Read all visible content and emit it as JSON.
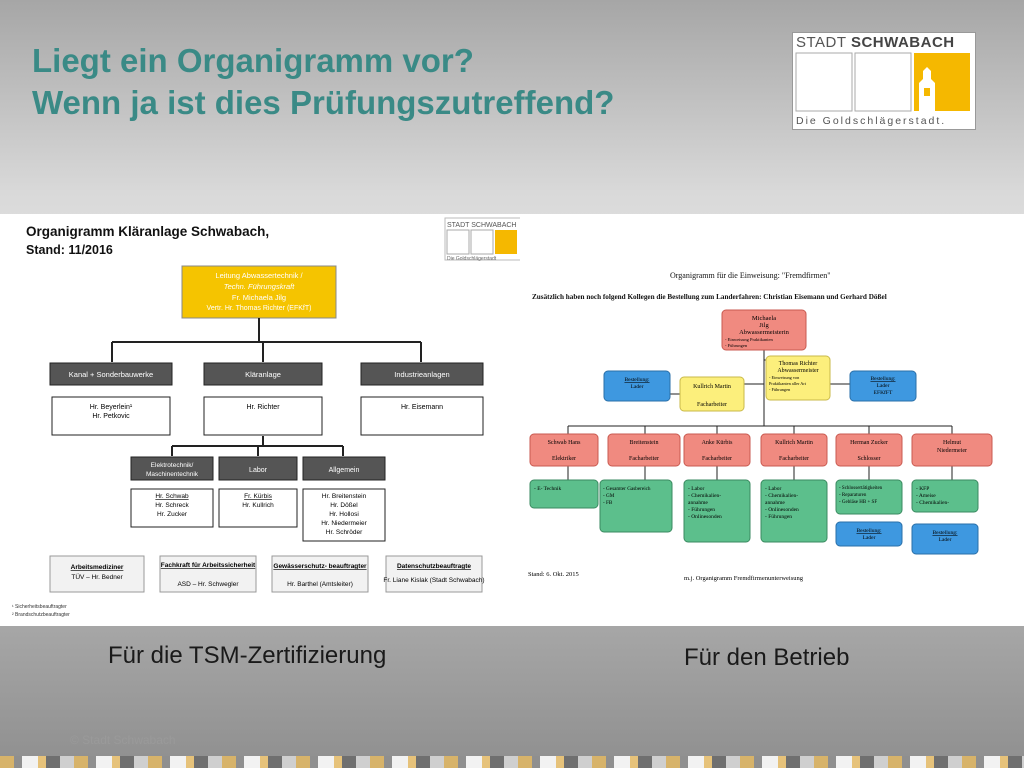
{
  "slide": {
    "title_line1": "Liegt ein Organigramm vor?",
    "title_line2": "Wenn ja ist dies Prüfungszutreffend?",
    "caption_left": "Für die TSM-Zertifizierung",
    "caption_right": "Für den Betrieb",
    "copyright": "© Stadt Schwabach"
  },
  "logo": {
    "name_light": "STADT ",
    "name_bold": "SCHWABACH",
    "tagline": "Die Goldschlägerstadt."
  },
  "left_chart": {
    "title": "Organigramm Kläranlage Schwabach,",
    "stand": "Stand: 11/2016",
    "logo_text": "STADT SCHWABACH",
    "logo_sub": "Die Goldschlägerstadt",
    "top_box": [
      "Leitung Abwassertechnik /",
      "Techn. Führungskraft",
      "Fr. Michaela Jilg",
      "Vertr. Hr. Thomas Richter (EFKfT)"
    ],
    "divisions": [
      {
        "name": "Kanal + Sonderbauwerke",
        "people": [
          "Hr. Beyerlein¹",
          "Hr. Petkovic"
        ]
      },
      {
        "name": "Kläranlage",
        "people": [
          "Hr. Richter"
        ]
      },
      {
        "name": "Industrieanlagen",
        "people": [
          "Hr. Eisemann"
        ]
      }
    ],
    "sub_divisions": [
      {
        "name": [
          "Elektrotechnik/",
          "Maschinentechnik"
        ],
        "people": [
          "Hr. Schwab",
          "Hr. Schreck",
          "Hr. Zucker"
        ]
      },
      {
        "name": [
          "Labor"
        ],
        "people": [
          "Fr. Kürbis",
          "Hr. Kullrich"
        ]
      },
      {
        "name": [
          "Allgemein"
        ],
        "people": [
          "Hr. Breitenstein",
          "Hr. Dößel",
          "Hr. Hollosi",
          "Hr. Niedermeier",
          "Hr. Schröder"
        ]
      }
    ],
    "officers": [
      {
        "role": "Arbeitsmediziner",
        "person": "TÜV – Hr. Bedner"
      },
      {
        "role": "Fachkraft für Arbeitssicherheit",
        "person": "ASD – Hr. Schwegler"
      },
      {
        "role": "Gewässerschutz- beauftragter",
        "person": "Hr. Barthel (Amtsleiter)"
      },
      {
        "role": "Datenschutzbeauftragte",
        "person": "Fr. Liane Kislak (Stadt Schwabach)"
      }
    ],
    "footnotes": [
      "¹ Sicherheitsbeauftragter",
      "² Brandschutzbeauftragter"
    ]
  },
  "right_chart": {
    "title": "Organigramm für die Einweisung: \"Fremdfirmen\"",
    "subtitle": "Zusätzlich haben noch folgend Kollegen die Bestellung zum Landerfahren: Christian Eisemann und Gerhard Dößel",
    "top": [
      "Michaela",
      "Jilg",
      "Abwassermeisterin",
      "- Einweisung Praktikanten",
      "- Führungen"
    ],
    "deputy": [
      "Thomas Richter",
      "Abwassermeister",
      "- Einweisung von",
      "Praktikanten aller Art",
      "- Führungen"
    ],
    "kullrich_mid": [
      "Kullrich Martin",
      "Facharbeiter"
    ],
    "left_badge": [
      "Bestellung:",
      "Lader"
    ],
    "right_badge": [
      "Bestellung:",
      "Lader",
      "EFKfFT"
    ],
    "staff": [
      {
        "name": "Schwab Hans",
        "role": "Elektriker",
        "tasks": [
          "- E- Technik"
        ]
      },
      {
        "name": "Breitenstein",
        "role": "Facharbeiter",
        "tasks": [
          "- Gesamter Gasbereich",
          "- GM",
          "- FB"
        ]
      },
      {
        "name": "Anke Kürbis",
        "role": "Facharbeiter",
        "tasks": [
          "- Labor",
          "- Chemikalien-",
          "  annahme",
          "- Führungen",
          "- Onlinesonden"
        ]
      },
      {
        "name": "Kullrich Martin",
        "role": "Facharbeiter",
        "tasks": [
          "- Labor",
          "- Chemikalien-",
          "  annahme",
          "- Onlinesonden",
          "- Führungen"
        ]
      },
      {
        "name": "Herman Zucker",
        "role": "Schlosser",
        "tasks": [
          "- Schlossertätigkeiten",
          "- Reparaturen",
          "- Gebläse HB + SF"
        ]
      },
      {
        "name": "Helmut",
        "role": "Niedermeier",
        "tasks": [
          "- KFP",
          "- Ameise",
          "- Chemikalien-"
        ]
      }
    ],
    "bottom_badges": [
      [
        "Bestellung:",
        "Lader"
      ],
      [
        "Bestellung:",
        "Lader"
      ]
    ],
    "stand": "Stand: 6. Okt. 2015",
    "footer": "m.j. Organigramm Fremdfirmenunterweisung"
  },
  "colors": {
    "title": "#3a8a86",
    "yellow": "#f5c400",
    "salmon": "#f08a80",
    "green": "#5cbf8c",
    "blue": "#3e98e0",
    "light_yellow": "#fcef7c",
    "dark_box": "#555555"
  }
}
